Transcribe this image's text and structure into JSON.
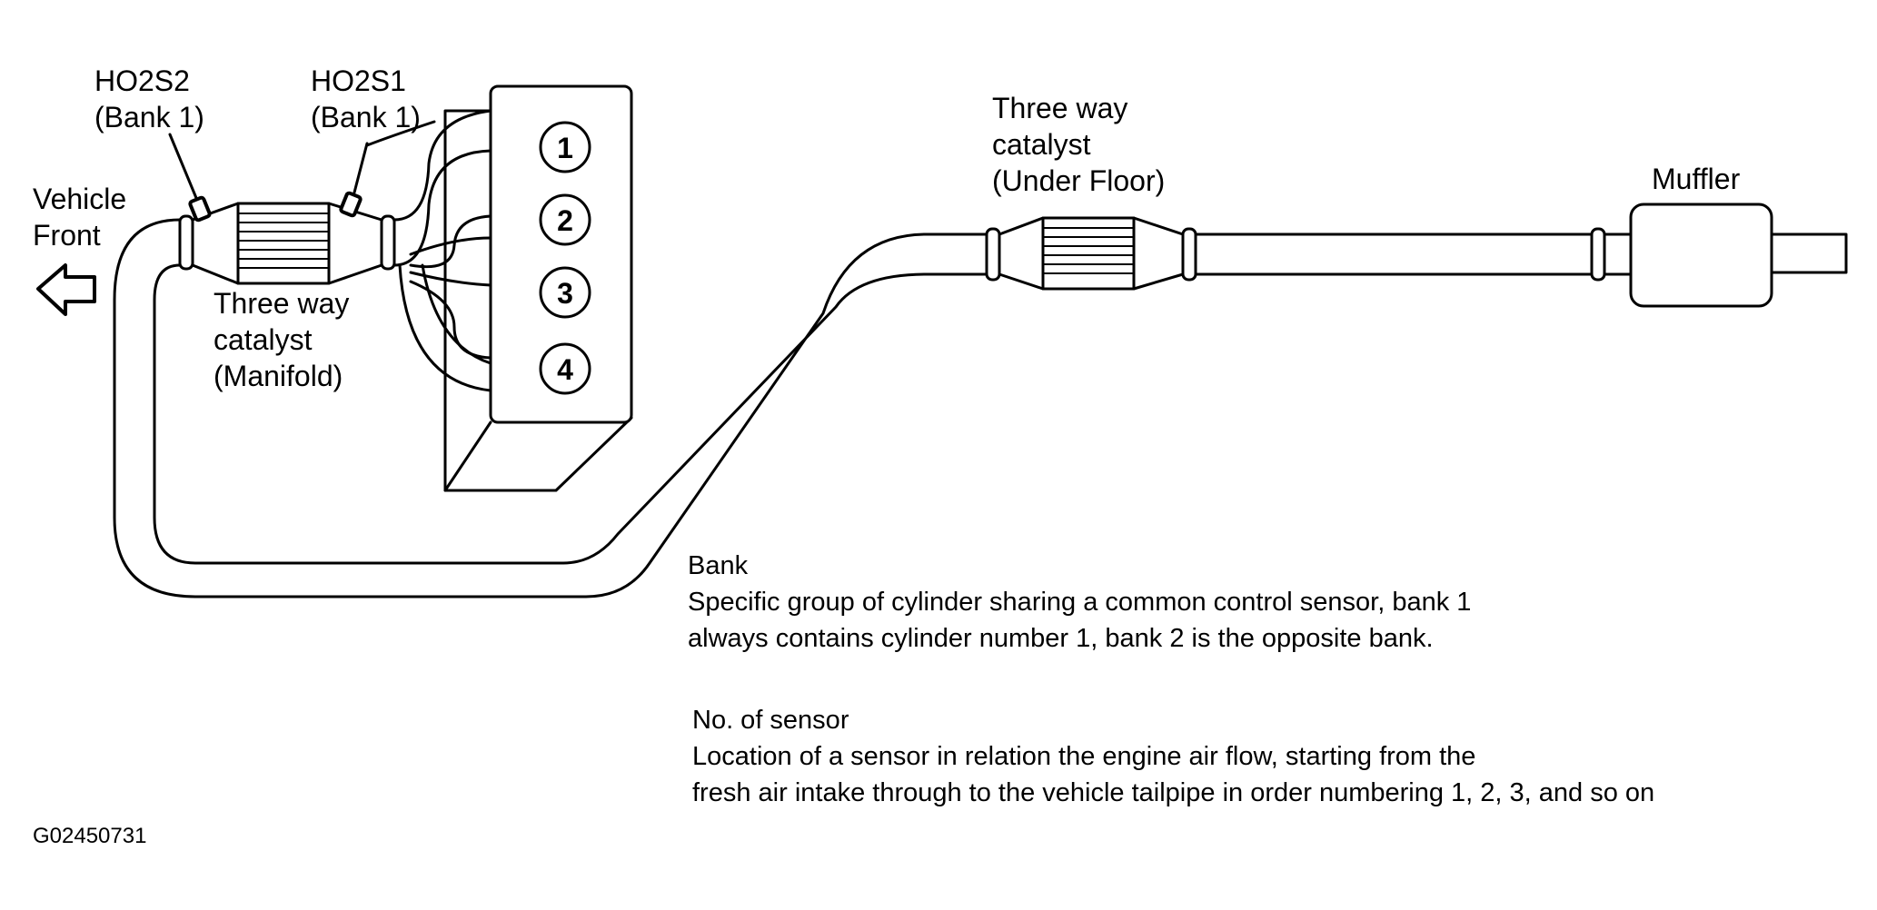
{
  "labels": {
    "vehicle_front": [
      "Vehicle",
      "Front"
    ],
    "ho2s2": [
      "HO2S2",
      "(Bank 1)"
    ],
    "ho2s1": [
      "HO2S1",
      "(Bank 1)"
    ],
    "manifold_catalyst": [
      "Three way",
      "catalyst",
      "(Manifold)"
    ],
    "underfloor_catalyst": [
      "Three way",
      "catalyst",
      "(Under Floor)"
    ],
    "muffler": "Muffler"
  },
  "cylinders": [
    "1",
    "2",
    "3",
    "4"
  ],
  "notes": {
    "bank_title": "Bank",
    "bank_lines": [
      "Specific group of cylinder sharing a common control sensor, bank 1",
      "always contains cylinder number 1, bank 2 is the opposite bank."
    ],
    "sensor_title": "No. of sensor",
    "sensor_lines": [
      "Location of a sensor in relation the engine air flow, starting from the",
      "fresh air intake through to the vehicle tailpipe in order numbering 1, 2, 3, and so on"
    ]
  },
  "figure_code": "G02450731"
}
